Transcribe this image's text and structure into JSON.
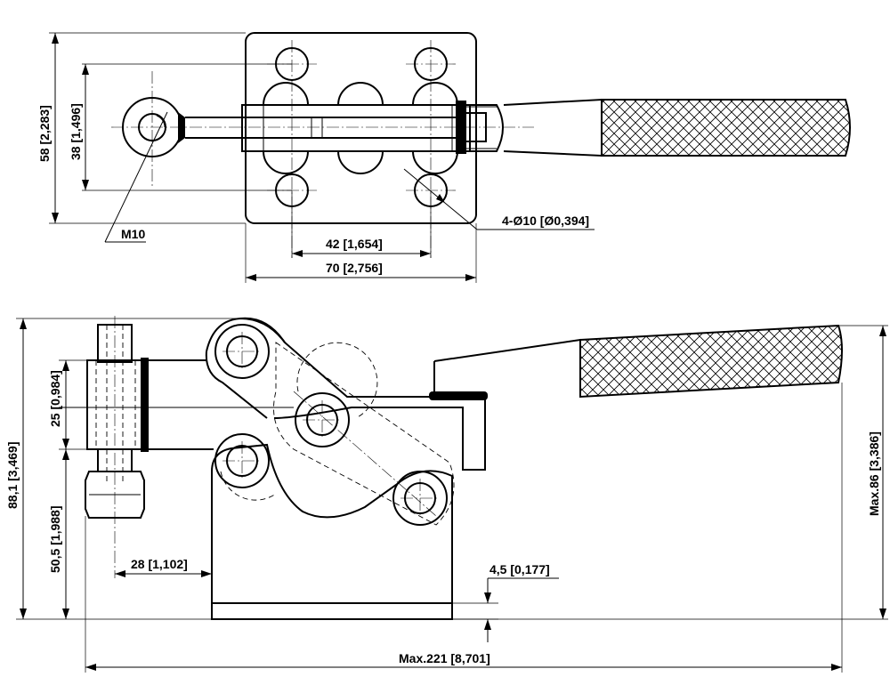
{
  "dimensions": {
    "top_height": "58 [2,283]",
    "top_inner_height": "38 [1,496]",
    "thread": "M10",
    "hole_spacing": "42 [1,654]",
    "base_width": "70 [2,756]",
    "holes": "4-Ø10 [Ø0,394]",
    "overall_height": "88,1 [3,469]",
    "spindle_offset": "25 [0,984]",
    "spindle_height": "50,5 [1,988]",
    "spindle_reach": "28 [1,102]",
    "base_thickness": "4,5 [0,177]",
    "max_length": "Max.221 [8,701]",
    "max_height": "Max.86 [3,386]"
  }
}
